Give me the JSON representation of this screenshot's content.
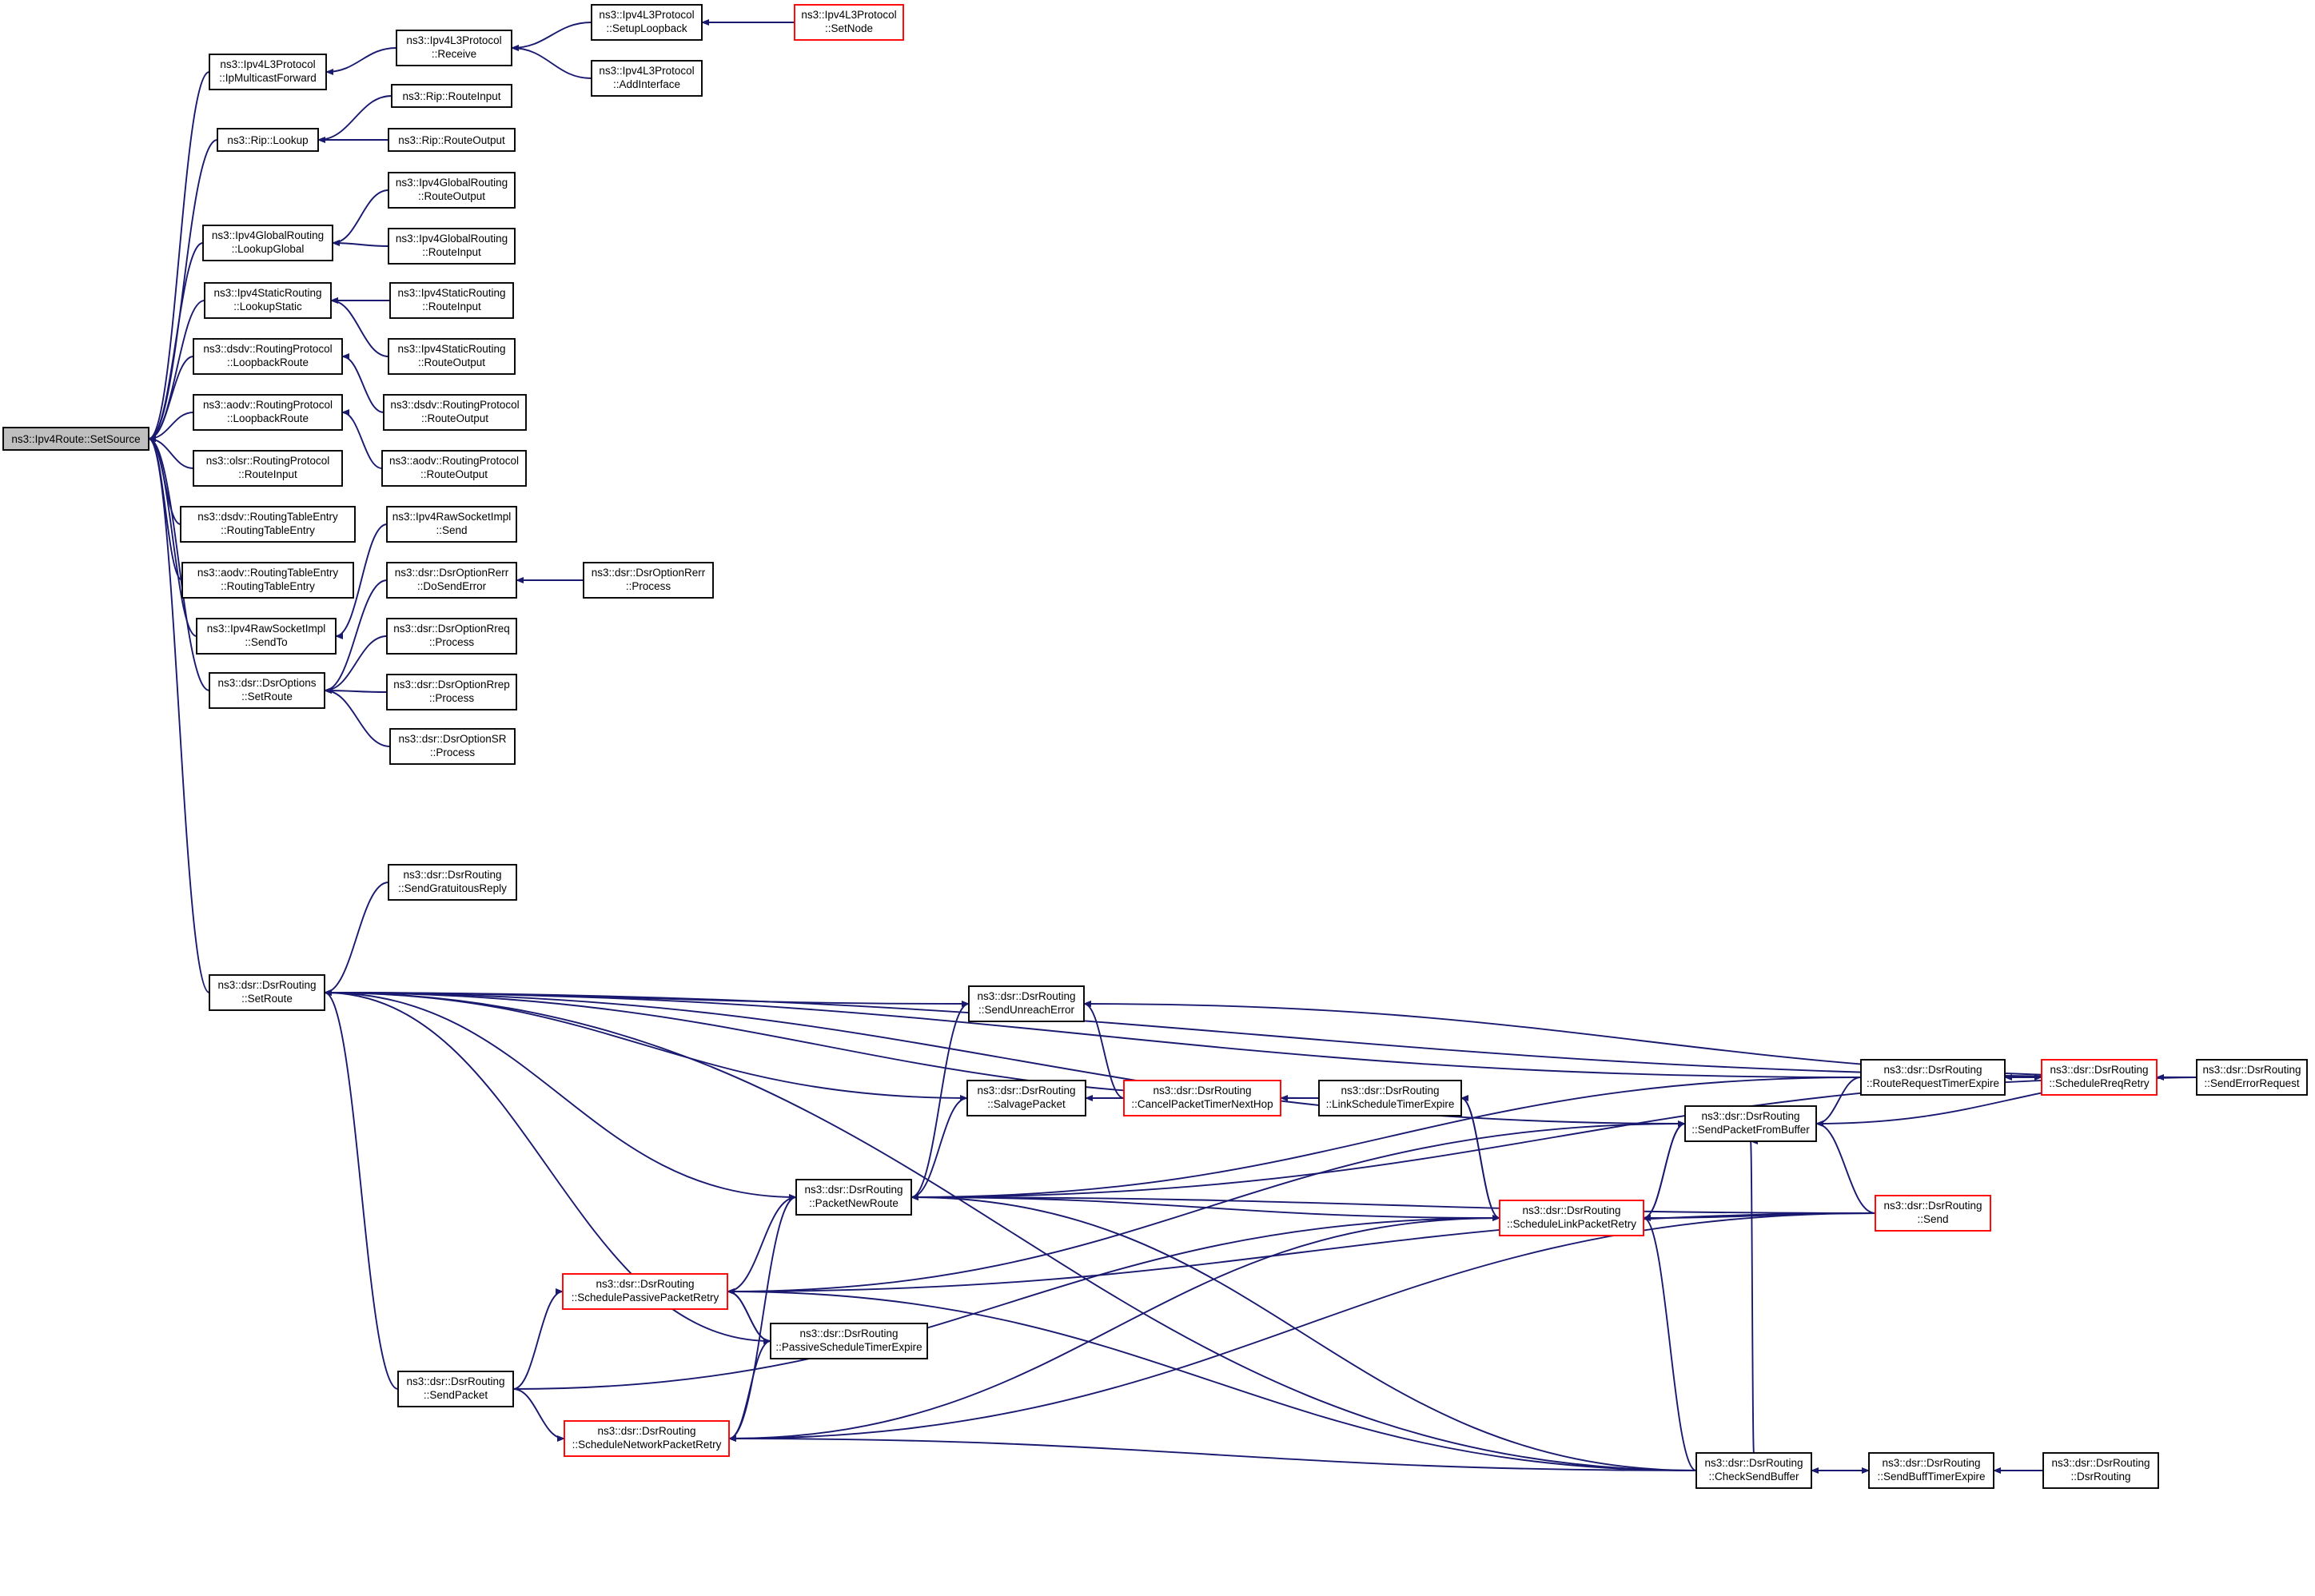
{
  "diagram": {
    "colors": {
      "edge": "#191970",
      "default_border": "#000000",
      "truncated_border": "#ff0000",
      "root_fill": "#bfbfbf"
    },
    "nodes": [
      {
        "id": "root",
        "lines": [
          "ns3::Ipv4Route::SetSource"
        ],
        "root": true
      },
      {
        "id": "ipmf",
        "lines": [
          "ns3::Ipv4L3Protocol",
          "::IpMulticastForward"
        ]
      },
      {
        "id": "recv",
        "lines": [
          "ns3::Ipv4L3Protocol",
          "::Receive"
        ]
      },
      {
        "id": "setlb",
        "lines": [
          "ns3::Ipv4L3Protocol",
          "::SetupLoopback"
        ]
      },
      {
        "id": "setnode",
        "lines": [
          "ns3::Ipv4L3Protocol",
          "::SetNode"
        ],
        "red": true
      },
      {
        "id": "addif",
        "lines": [
          "ns3::Ipv4L3Protocol",
          "::AddInterface"
        ]
      },
      {
        "id": "riplookup",
        "lines": [
          "ns3::Rip::Lookup"
        ]
      },
      {
        "id": "ripin",
        "lines": [
          "ns3::Rip::RouteInput"
        ]
      },
      {
        "id": "ripout",
        "lines": [
          "ns3::Rip::RouteOutput"
        ]
      },
      {
        "id": "glook",
        "lines": [
          "ns3::Ipv4GlobalRouting",
          "::LookupGlobal"
        ]
      },
      {
        "id": "gout",
        "lines": [
          "ns3::Ipv4GlobalRouting",
          "::RouteOutput"
        ]
      },
      {
        "id": "gin",
        "lines": [
          "ns3::Ipv4GlobalRouting",
          "::RouteInput"
        ]
      },
      {
        "id": "slook",
        "lines": [
          "ns3::Ipv4StaticRouting",
          "::LookupStatic"
        ]
      },
      {
        "id": "sin",
        "lines": [
          "ns3::Ipv4StaticRouting",
          "::RouteInput"
        ]
      },
      {
        "id": "sout",
        "lines": [
          "ns3::Ipv4StaticRouting",
          "::RouteOutput"
        ]
      },
      {
        "id": "dsdvlb",
        "lines": [
          "ns3::dsdv::RoutingProtocol",
          "::LoopbackRoute"
        ]
      },
      {
        "id": "dsdvout",
        "lines": [
          "ns3::dsdv::RoutingProtocol",
          "::RouteOutput"
        ]
      },
      {
        "id": "aodvlb",
        "lines": [
          "ns3::aodv::RoutingProtocol",
          "::LoopbackRoute"
        ]
      },
      {
        "id": "aodvout",
        "lines": [
          "ns3::aodv::RoutingProtocol",
          "::RouteOutput"
        ]
      },
      {
        "id": "olsrin",
        "lines": [
          "ns3::olsr::RoutingProtocol",
          "::RouteInput"
        ]
      },
      {
        "id": "dsdvrte",
        "lines": [
          "ns3::dsdv::RoutingTableEntry",
          "::RoutingTableEntry"
        ]
      },
      {
        "id": "aodvrte",
        "lines": [
          "ns3::aodv::RoutingTableEntry",
          "::RoutingTableEntry"
        ]
      },
      {
        "id": "rawsendto",
        "lines": [
          "ns3::Ipv4RawSocketImpl",
          "::SendTo"
        ]
      },
      {
        "id": "rawsend",
        "lines": [
          "ns3::Ipv4RawSocketImpl",
          "::Send"
        ]
      },
      {
        "id": "dsroptsr",
        "lines": [
          "ns3::dsr::DsrOptions",
          "::SetRoute"
        ]
      },
      {
        "id": "rerrdo",
        "lines": [
          "ns3::dsr::DsrOptionRerr",
          "::DoSendError"
        ]
      },
      {
        "id": "rerrproc",
        "lines": [
          "ns3::dsr::DsrOptionRerr",
          "::Process"
        ]
      },
      {
        "id": "rreqproc",
        "lines": [
          "ns3::dsr::DsrOptionRreq",
          "::Process"
        ]
      },
      {
        "id": "rrepproc",
        "lines": [
          "ns3::dsr::DsrOptionRrep",
          "::Process"
        ]
      },
      {
        "id": "srproc",
        "lines": [
          "ns3::dsr::DsrOptionSR",
          "::Process"
        ]
      },
      {
        "id": "sgr",
        "lines": [
          "ns3::dsr::DsrRouting",
          "::SendGratuitousReply"
        ]
      },
      {
        "id": "dsrsr",
        "lines": [
          "ns3::dsr::DsrRouting",
          "::SetRoute"
        ]
      },
      {
        "id": "sue",
        "lines": [
          "ns3::dsr::DsrRouting",
          "::SendUnreachError"
        ]
      },
      {
        "id": "salv",
        "lines": [
          "ns3::dsr::DsrRouting",
          "::SalvagePacket"
        ]
      },
      {
        "id": "cptnh",
        "lines": [
          "ns3::dsr::DsrRouting",
          "::CancelPacketTimerNextHop"
        ],
        "red": true
      },
      {
        "id": "lste",
        "lines": [
          "ns3::dsr::DsrRouting",
          "::LinkScheduleTimerExpire"
        ]
      },
      {
        "id": "pnr",
        "lines": [
          "ns3::dsr::DsrRouting",
          "::PacketNewRoute"
        ]
      },
      {
        "id": "slpr",
        "lines": [
          "ns3::dsr::DsrRouting",
          "::ScheduleLinkPacketRetry"
        ],
        "red": true
      },
      {
        "id": "spfb",
        "lines": [
          "ns3::dsr::DsrRouting",
          "::SendPacketFromBuffer"
        ]
      },
      {
        "id": "rrte",
        "lines": [
          "ns3::dsr::DsrRouting",
          "::RouteRequestTimerExpire"
        ]
      },
      {
        "id": "srr",
        "lines": [
          "ns3::dsr::DsrRouting",
          "::ScheduleRreqRetry"
        ],
        "red": true
      },
      {
        "id": "ser",
        "lines": [
          "ns3::dsr::DsrRouting",
          "::SendErrorRequest"
        ]
      },
      {
        "id": "send",
        "lines": [
          "ns3::dsr::DsrRouting",
          "::Send"
        ],
        "red": true
      },
      {
        "id": "sppr",
        "lines": [
          "ns3::dsr::DsrRouting",
          "::SchedulePassivePacketRetry"
        ],
        "red": true
      },
      {
        "id": "pste",
        "lines": [
          "ns3::dsr::DsrRouting",
          "::PassiveScheduleTimerExpire"
        ]
      },
      {
        "id": "sendp",
        "lines": [
          "ns3::dsr::DsrRouting",
          "::SendPacket"
        ]
      },
      {
        "id": "snpr",
        "lines": [
          "ns3::dsr::DsrRouting",
          "::ScheduleNetworkPacketRetry"
        ],
        "red": true
      },
      {
        "id": "csb",
        "lines": [
          "ns3::dsr::DsrRouting",
          "::CheckSendBuffer"
        ]
      },
      {
        "id": "sbte",
        "lines": [
          "ns3::dsr::DsrRouting",
          "::SendBuffTimerExpire"
        ]
      },
      {
        "id": "dsrctor",
        "lines": [
          "ns3::dsr::DsrRouting",
          "::DsrRouting"
        ]
      }
    ],
    "edges": [
      [
        "ipmf",
        "root"
      ],
      [
        "riplookup",
        "root"
      ],
      [
        "glook",
        "root"
      ],
      [
        "slook",
        "root"
      ],
      [
        "dsdvlb",
        "root"
      ],
      [
        "aodvlb",
        "root"
      ],
      [
        "olsrin",
        "root"
      ],
      [
        "dsdvrte",
        "root"
      ],
      [
        "aodvrte",
        "root"
      ],
      [
        "rawsendto",
        "root"
      ],
      [
        "dsroptsr",
        "root"
      ],
      [
        "dsrsr",
        "root"
      ],
      [
        "recv",
        "ipmf"
      ],
      [
        "setlb",
        "recv"
      ],
      [
        "addif",
        "recv"
      ],
      [
        "setnode",
        "setlb"
      ],
      [
        "ripin",
        "riplookup"
      ],
      [
        "ripout",
        "riplookup"
      ],
      [
        "gout",
        "glook"
      ],
      [
        "gin",
        "glook"
      ],
      [
        "sin",
        "slook"
      ],
      [
        "sout",
        "slook"
      ],
      [
        "dsdvout",
        "dsdvlb"
      ],
      [
        "aodvout",
        "aodvlb"
      ],
      [
        "rawsend",
        "rawsendto"
      ],
      [
        "rerrdo",
        "dsroptsr"
      ],
      [
        "rreqproc",
        "dsroptsr"
      ],
      [
        "rrepproc",
        "dsroptsr"
      ],
      [
        "srproc",
        "dsroptsr"
      ],
      [
        "rerrproc",
        "rerrdo"
      ],
      [
        "sgr",
        "dsrsr"
      ],
      [
        "sue",
        "dsrsr"
      ],
      [
        "salv",
        "dsrsr"
      ],
      [
        "pnr",
        "dsrsr"
      ],
      [
        "lste",
        "dsrsr"
      ],
      [
        "spfb",
        "dsrsr"
      ],
      [
        "rrte",
        "dsrsr"
      ],
      [
        "ser",
        "dsrsr"
      ],
      [
        "pste",
        "dsrsr"
      ],
      [
        "sendp",
        "dsrsr"
      ],
      [
        "csb",
        "dsrsr"
      ],
      [
        "ser",
        "sue"
      ],
      [
        "cptnh",
        "sue"
      ],
      [
        "pnr",
        "sue"
      ],
      [
        "cptnh",
        "salv"
      ],
      [
        "pnr",
        "salv"
      ],
      [
        "lste",
        "cptnh"
      ],
      [
        "slpr",
        "lste"
      ],
      [
        "slpr",
        "pnr"
      ],
      [
        "rrte",
        "pnr"
      ],
      [
        "send",
        "pnr"
      ],
      [
        "ser",
        "pnr"
      ],
      [
        "sppr",
        "pnr"
      ],
      [
        "snpr",
        "pnr"
      ],
      [
        "csb",
        "pnr"
      ],
      [
        "lste",
        "slpr"
      ],
      [
        "send",
        "slpr"
      ],
      [
        "spfb",
        "slpr"
      ],
      [
        "sendp",
        "slpr"
      ],
      [
        "csb",
        "slpr"
      ],
      [
        "rrte",
        "spfb"
      ],
      [
        "ser",
        "spfb"
      ],
      [
        "send",
        "spfb"
      ],
      [
        "slpr",
        "spfb"
      ],
      [
        "csb",
        "spfb"
      ],
      [
        "srr",
        "rrte"
      ],
      [
        "rrte",
        "srr"
      ],
      [
        "ser",
        "srr"
      ],
      [
        "pste",
        "sppr"
      ],
      [
        "sendp",
        "sppr"
      ],
      [
        "csb",
        "sppr"
      ],
      [
        "send",
        "sppr"
      ],
      [
        "sppr",
        "pste"
      ],
      [
        "spfb",
        "sppr"
      ],
      [
        "pste",
        "snpr"
      ],
      [
        "sendp",
        "snpr"
      ],
      [
        "csb",
        "snpr"
      ],
      [
        "send",
        "snpr"
      ],
      [
        "slpr",
        "snpr"
      ],
      [
        "sbte",
        "csb"
      ],
      [
        "csb",
        "sbte"
      ],
      [
        "dsrctor",
        "sbte"
      ]
    ]
  }
}
